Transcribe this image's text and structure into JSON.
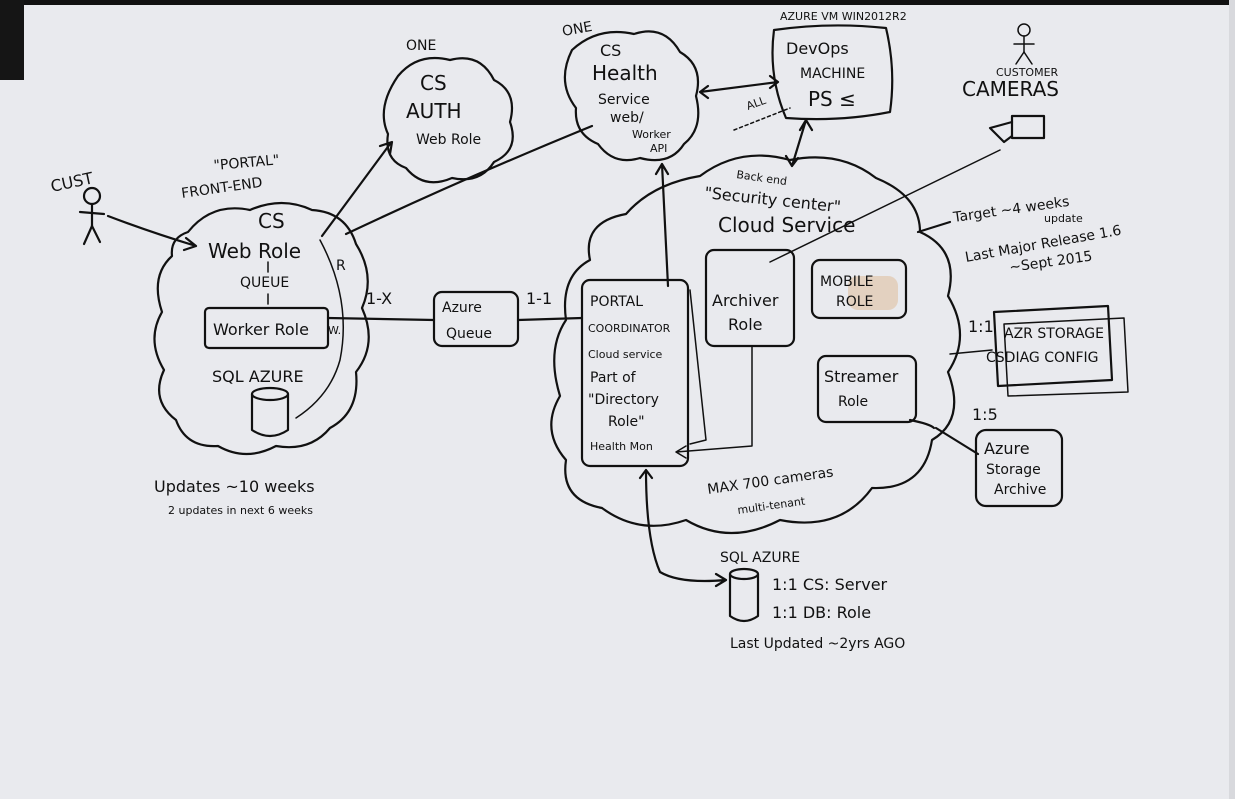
{
  "actors": {
    "cust": "CUST",
    "customer_cameras": [
      "CUSTOMER",
      "CAMERAS"
    ]
  },
  "front_end": {
    "title_lines": [
      "\"PORTAL\"",
      "FRONT-END"
    ],
    "web_role": [
      "CS",
      "Web Role"
    ],
    "queue": "QUEUE",
    "worker_role": "Worker Role",
    "worker_suffix": "W.",
    "r_mark": "R",
    "sql_azure": "SQL AZURE",
    "updates_line1": "Updates ~10 weeks",
    "updates_line2": "2 updates in next 6 weeks"
  },
  "auth": {
    "header": "ONE",
    "lines": [
      "CS",
      "AUTH",
      "Web Role"
    ]
  },
  "health": {
    "header": "ONE",
    "lines": [
      "CS",
      "Health",
      "Service",
      "web/",
      "Worker",
      "API"
    ]
  },
  "devops": {
    "header": "AZURE VM WIN2012R2",
    "lines": [
      "DevOps",
      "MACHINE",
      "PS ≤"
    ],
    "all_label": "ALL"
  },
  "links": {
    "one_to_x": "1-X",
    "one_to_one": "1-1",
    "ratio_storage": "1:1",
    "ratio_archive": "1:5"
  },
  "azure_queue": [
    "Azure",
    "Queue"
  ],
  "backend": {
    "title_lines": [
      "Back end",
      "\"Security center\"",
      "Cloud Service"
    ],
    "portal_coord": [
      "PORTAL",
      "COORDINATOR",
      "Cloud service",
      "Part of",
      "\"Directory",
      "Role\"",
      "Health Mon"
    ],
    "archiver": [
      "Archiver",
      "Role"
    ],
    "mobile": [
      "MOBILE",
      "ROLE"
    ],
    "streamer": [
      "Streamer",
      "Role"
    ],
    "max_line1": "MAX 700 cameras",
    "max_line2": "multi-tenant"
  },
  "target_note": [
    "Target ~4 weeks",
    "update",
    "Last Major Release 1.6",
    "~Sept 2015"
  ],
  "azr_storage": [
    "AZR STORAGE",
    "CSDIAG CONFIG"
  ],
  "azure_archive": [
    "Azure",
    "Storage",
    "Archive"
  ],
  "sql_bottom": {
    "header": "SQL AZURE",
    "line1": "1:1 CS: Server",
    "line2": "1:1 DB: Role",
    "footer": "Last Updated ~2yrs AGO"
  }
}
